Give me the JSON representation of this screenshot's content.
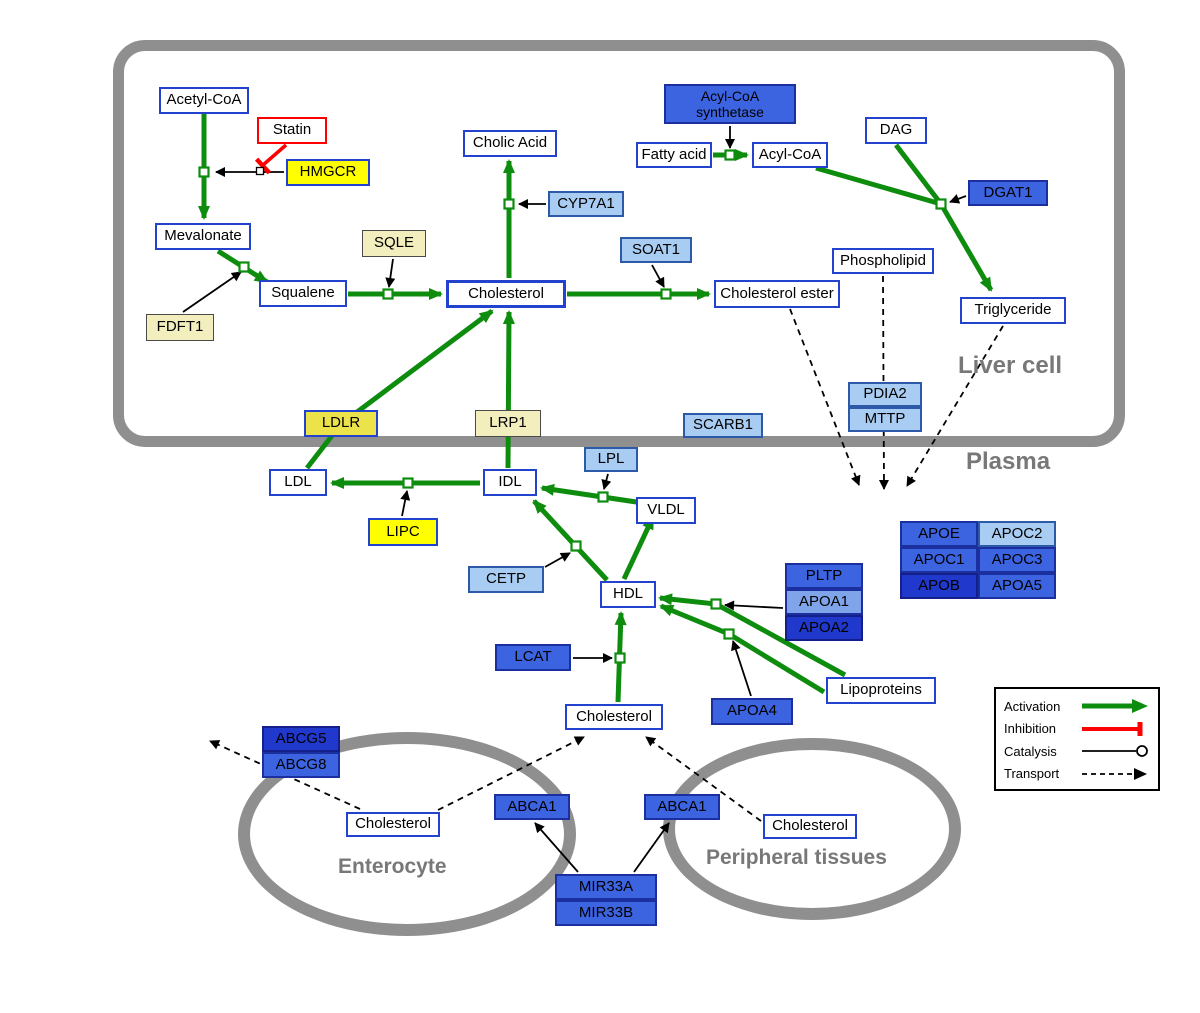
{
  "compartments": {
    "liver": {
      "label": "Liver cell"
    },
    "plasma": {
      "label": "Plasma"
    },
    "enterocyte": {
      "label": "Enterocyte"
    },
    "peripheral": {
      "label": "Peripheral tissues"
    }
  },
  "nodes": {
    "acetyl_coa": {
      "label": "Acetyl-CoA",
      "type": "metabolite"
    },
    "statin": {
      "label": "Statin",
      "type": "drug"
    },
    "hmgcr": {
      "label": "HMGCR",
      "type": "gene"
    },
    "mevalonate": {
      "label": "Mevalonate",
      "type": "metabolite"
    },
    "sqle": {
      "label": "SQLE",
      "type": "gene"
    },
    "fdft1": {
      "label": "FDFT1",
      "type": "gene"
    },
    "squalene": {
      "label": "Squalene",
      "type": "metabolite"
    },
    "cholesterol_liver": {
      "label": "Cholesterol",
      "type": "metabolite"
    },
    "cholic_acid": {
      "label": "Cholic Acid",
      "type": "metabolite"
    },
    "cyp7a1": {
      "label": "CYP7A1",
      "type": "gene"
    },
    "soat1": {
      "label": "SOAT1",
      "type": "gene"
    },
    "cholesterol_ester": {
      "label": "Cholesterol ester",
      "type": "metabolite"
    },
    "acyl_coa_synthetase": {
      "label": "Acyl-CoA synthetase",
      "type": "gene"
    },
    "fatty_acid": {
      "label": "Fatty acid",
      "type": "metabolite"
    },
    "acyl_coa": {
      "label": "Acyl-CoA",
      "type": "metabolite"
    },
    "dag": {
      "label": "DAG",
      "type": "metabolite"
    },
    "dgat1": {
      "label": "DGAT1",
      "type": "gene"
    },
    "phospholipid": {
      "label": "Phospholipid",
      "type": "metabolite"
    },
    "triglyceride": {
      "label": "Triglyceride",
      "type": "metabolite"
    },
    "pdia2": {
      "label": "PDIA2",
      "type": "gene"
    },
    "mttp": {
      "label": "MTTP",
      "type": "gene"
    },
    "ldlr": {
      "label": "LDLR",
      "type": "gene"
    },
    "lrp1": {
      "label": "LRP1",
      "type": "gene"
    },
    "scarb1": {
      "label": "SCARB1",
      "type": "gene"
    },
    "ldl": {
      "label": "LDL",
      "type": "metabolite"
    },
    "idl": {
      "label": "IDL",
      "type": "metabolite"
    },
    "lpl": {
      "label": "LPL",
      "type": "gene"
    },
    "vldl": {
      "label": "VLDL",
      "type": "metabolite"
    },
    "lipc": {
      "label": "LIPC",
      "type": "gene"
    },
    "cetp": {
      "label": "CETP",
      "type": "gene"
    },
    "hdl": {
      "label": "HDL",
      "type": "metabolite"
    },
    "pltp": {
      "label": "PLTP",
      "type": "gene"
    },
    "apoa1": {
      "label": "APOA1",
      "type": "gene"
    },
    "apoa2": {
      "label": "APOA2",
      "type": "gene"
    },
    "apoe": {
      "label": "APOE",
      "type": "gene"
    },
    "apoc2": {
      "label": "APOC2",
      "type": "gene"
    },
    "apoc1": {
      "label": "APOC1",
      "type": "gene"
    },
    "apoc3": {
      "label": "APOC3",
      "type": "gene"
    },
    "apob": {
      "label": "APOB",
      "type": "gene"
    },
    "apoa5": {
      "label": "APOA5",
      "type": "gene"
    },
    "lcat": {
      "label": "LCAT",
      "type": "gene"
    },
    "apoa4": {
      "label": "APOA4",
      "type": "gene"
    },
    "lipoproteins": {
      "label": "Lipoproteins",
      "type": "metabolite"
    },
    "cholesterol_plasma": {
      "label": "Cholesterol",
      "type": "metabolite"
    },
    "abcg5": {
      "label": "ABCG5",
      "type": "gene"
    },
    "abcg8": {
      "label": "ABCG8",
      "type": "gene"
    },
    "cholesterol_enterocyte": {
      "label": "Cholesterol",
      "type": "metabolite"
    },
    "abca1_enterocyte": {
      "label": "ABCA1",
      "type": "gene"
    },
    "abca1_peripheral": {
      "label": "ABCA1",
      "type": "gene"
    },
    "cholesterol_peripheral": {
      "label": "Cholesterol",
      "type": "metabolite"
    },
    "mir33a": {
      "label": "MIR33A",
      "type": "gene"
    },
    "mir33b": {
      "label": "MIR33B",
      "type": "gene"
    }
  },
  "legend": {
    "items": [
      {
        "label": "Activation",
        "type": "activation"
      },
      {
        "label": "Inhibition",
        "type": "inhibition"
      },
      {
        "label": "Catalysis",
        "type": "catalysis"
      },
      {
        "label": "Transport",
        "type": "transport"
      }
    ]
  },
  "colors": {
    "activation": "#0e8c0e",
    "inhibition": "#ff0000",
    "catalysis": "#000000",
    "transport": "#000000",
    "metabolite_border": "#2343cf",
    "gene_blue": "#3c63e0",
    "gene_blue_dark": "#2038cc",
    "gene_blue_light": "#7fa4ea",
    "gene_blue_pale": "#a9cdf2",
    "enzyme_yellow": "#ffff00",
    "enzyme_pale_yellow": "#f2eebd",
    "membrane": "#8f8f8f"
  }
}
